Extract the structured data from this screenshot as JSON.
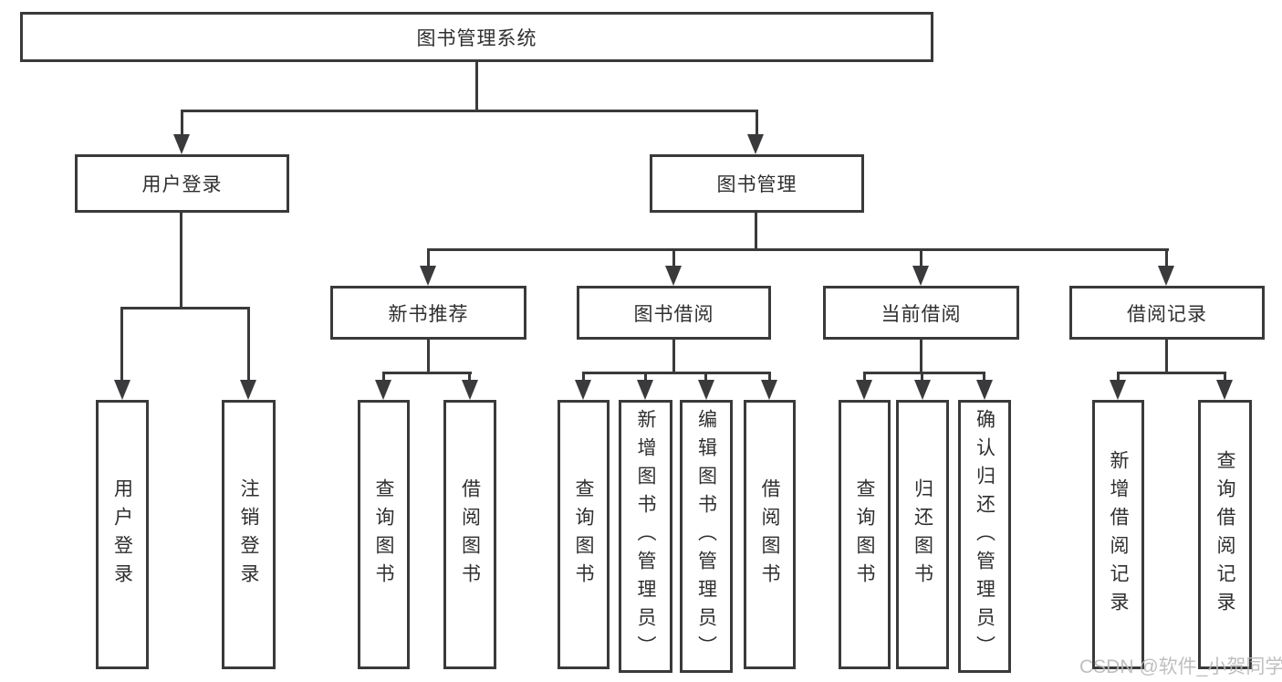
{
  "colors": {
    "line": "#3a3a3c",
    "text": "#2f2f2f",
    "watermark": "#b9b9b9",
    "background": "#ffffff"
  },
  "watermark": "CSDN @软件_小贺同学",
  "tree": {
    "root": "图书管理系统",
    "children": [
      {
        "label": "用户登录",
        "children": [
          {
            "label": "用户登录"
          },
          {
            "label": "注销登录"
          }
        ]
      },
      {
        "label": "图书管理",
        "children": [
          {
            "label": "新书推荐",
            "children": [
              {
                "label": "查询图书"
              },
              {
                "label": "借阅图书"
              }
            ]
          },
          {
            "label": "图书借阅",
            "children": [
              {
                "label": "查询图书"
              },
              {
                "label": "新增图书（管理员）"
              },
              {
                "label": "编辑图书（管理员）"
              },
              {
                "label": "借阅图书"
              }
            ]
          },
          {
            "label": "当前借阅",
            "children": [
              {
                "label": "查询图书"
              },
              {
                "label": "归还图书"
              },
              {
                "label": "确认归还（管理员）"
              }
            ]
          },
          {
            "label": "借阅记录",
            "children": [
              {
                "label": "新增借阅记录"
              },
              {
                "label": "查询借阅记录"
              }
            ]
          }
        ]
      }
    ]
  }
}
